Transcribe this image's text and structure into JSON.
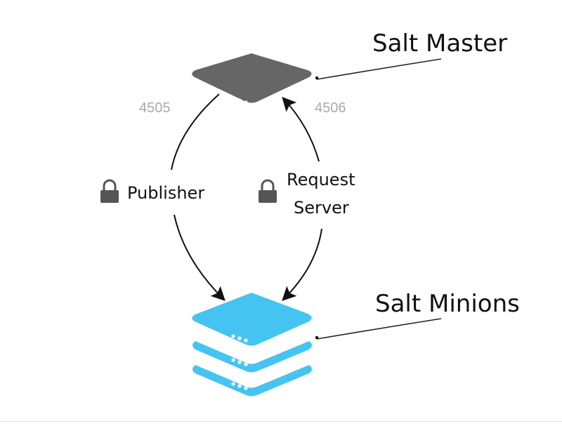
{
  "diagram": {
    "master": {
      "label": "Salt Master",
      "color": "#666666"
    },
    "minions": {
      "label": "Salt Minions",
      "color": "#45c4f2"
    },
    "ports": {
      "publish": "4505",
      "request": "4506"
    },
    "channels": {
      "publisher": {
        "label": "Publisher",
        "icon": "lock-icon"
      },
      "request_server": {
        "label_line1": "Request",
        "label_line2": "Server",
        "icon": "lock-icon"
      }
    },
    "edges": [
      {
        "from": "Salt Master",
        "to": "Salt Minions",
        "via": "Publisher",
        "port": "4505"
      },
      {
        "from": "Salt Minions",
        "to": "Salt Master",
        "via": "Request Server",
        "port": "4506"
      }
    ]
  }
}
